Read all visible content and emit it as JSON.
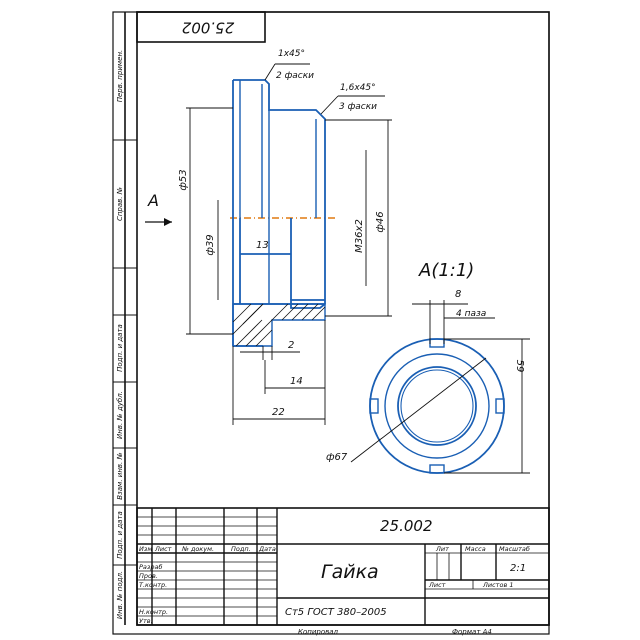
{
  "drawing_code": "25.002",
  "drawing_code_rotated": "25.002",
  "part_name": "Гайка",
  "material": "Ст5 ГОСТ 380–2005",
  "scale": "2:1",
  "sheets_label": "Листов 1",
  "sheet_label": "Лист",
  "title_headers": {
    "lit": "Лит",
    "mass": "Масса",
    "scale": "Масштаб"
  },
  "change_headers": {
    "izm": "Изм",
    "list": "Лист",
    "doc": "№ докум.",
    "sign": "Подп.",
    "date": "Дата"
  },
  "roles": [
    "Разраб",
    "Пров.",
    "Т.контр.",
    "",
    "Н.контр.",
    "Утв."
  ],
  "bottom": {
    "copied": "Копировал",
    "format": "Формат А4"
  },
  "side_labels": [
    "Перв. примен.",
    "Справ. №",
    "Подп. и дата",
    "Инв. № дубл.",
    "Взам. инв. №",
    "Подп. и дата",
    "Инв. № подл."
  ],
  "view_arrow_label": "A",
  "section_view_label": "A(1:1)",
  "dims": {
    "chamfer1": "1х45°",
    "chamfer1_note": "2 фаски",
    "chamfer2": "1,6х45°",
    "chamfer2_note": "3 фаски",
    "d53": "ф53",
    "d39": "ф39",
    "d46": "ф46",
    "thread": "М36х2",
    "w13": "13",
    "w2": "2",
    "w14": "14",
    "w22": "22",
    "slot8": "8",
    "slot_note": "4 паза",
    "h59": "59",
    "d67": "ф67"
  },
  "colors": {
    "line": "#111111",
    "outline_blue": "#1a5fb4",
    "axis": "#e07a10"
  }
}
